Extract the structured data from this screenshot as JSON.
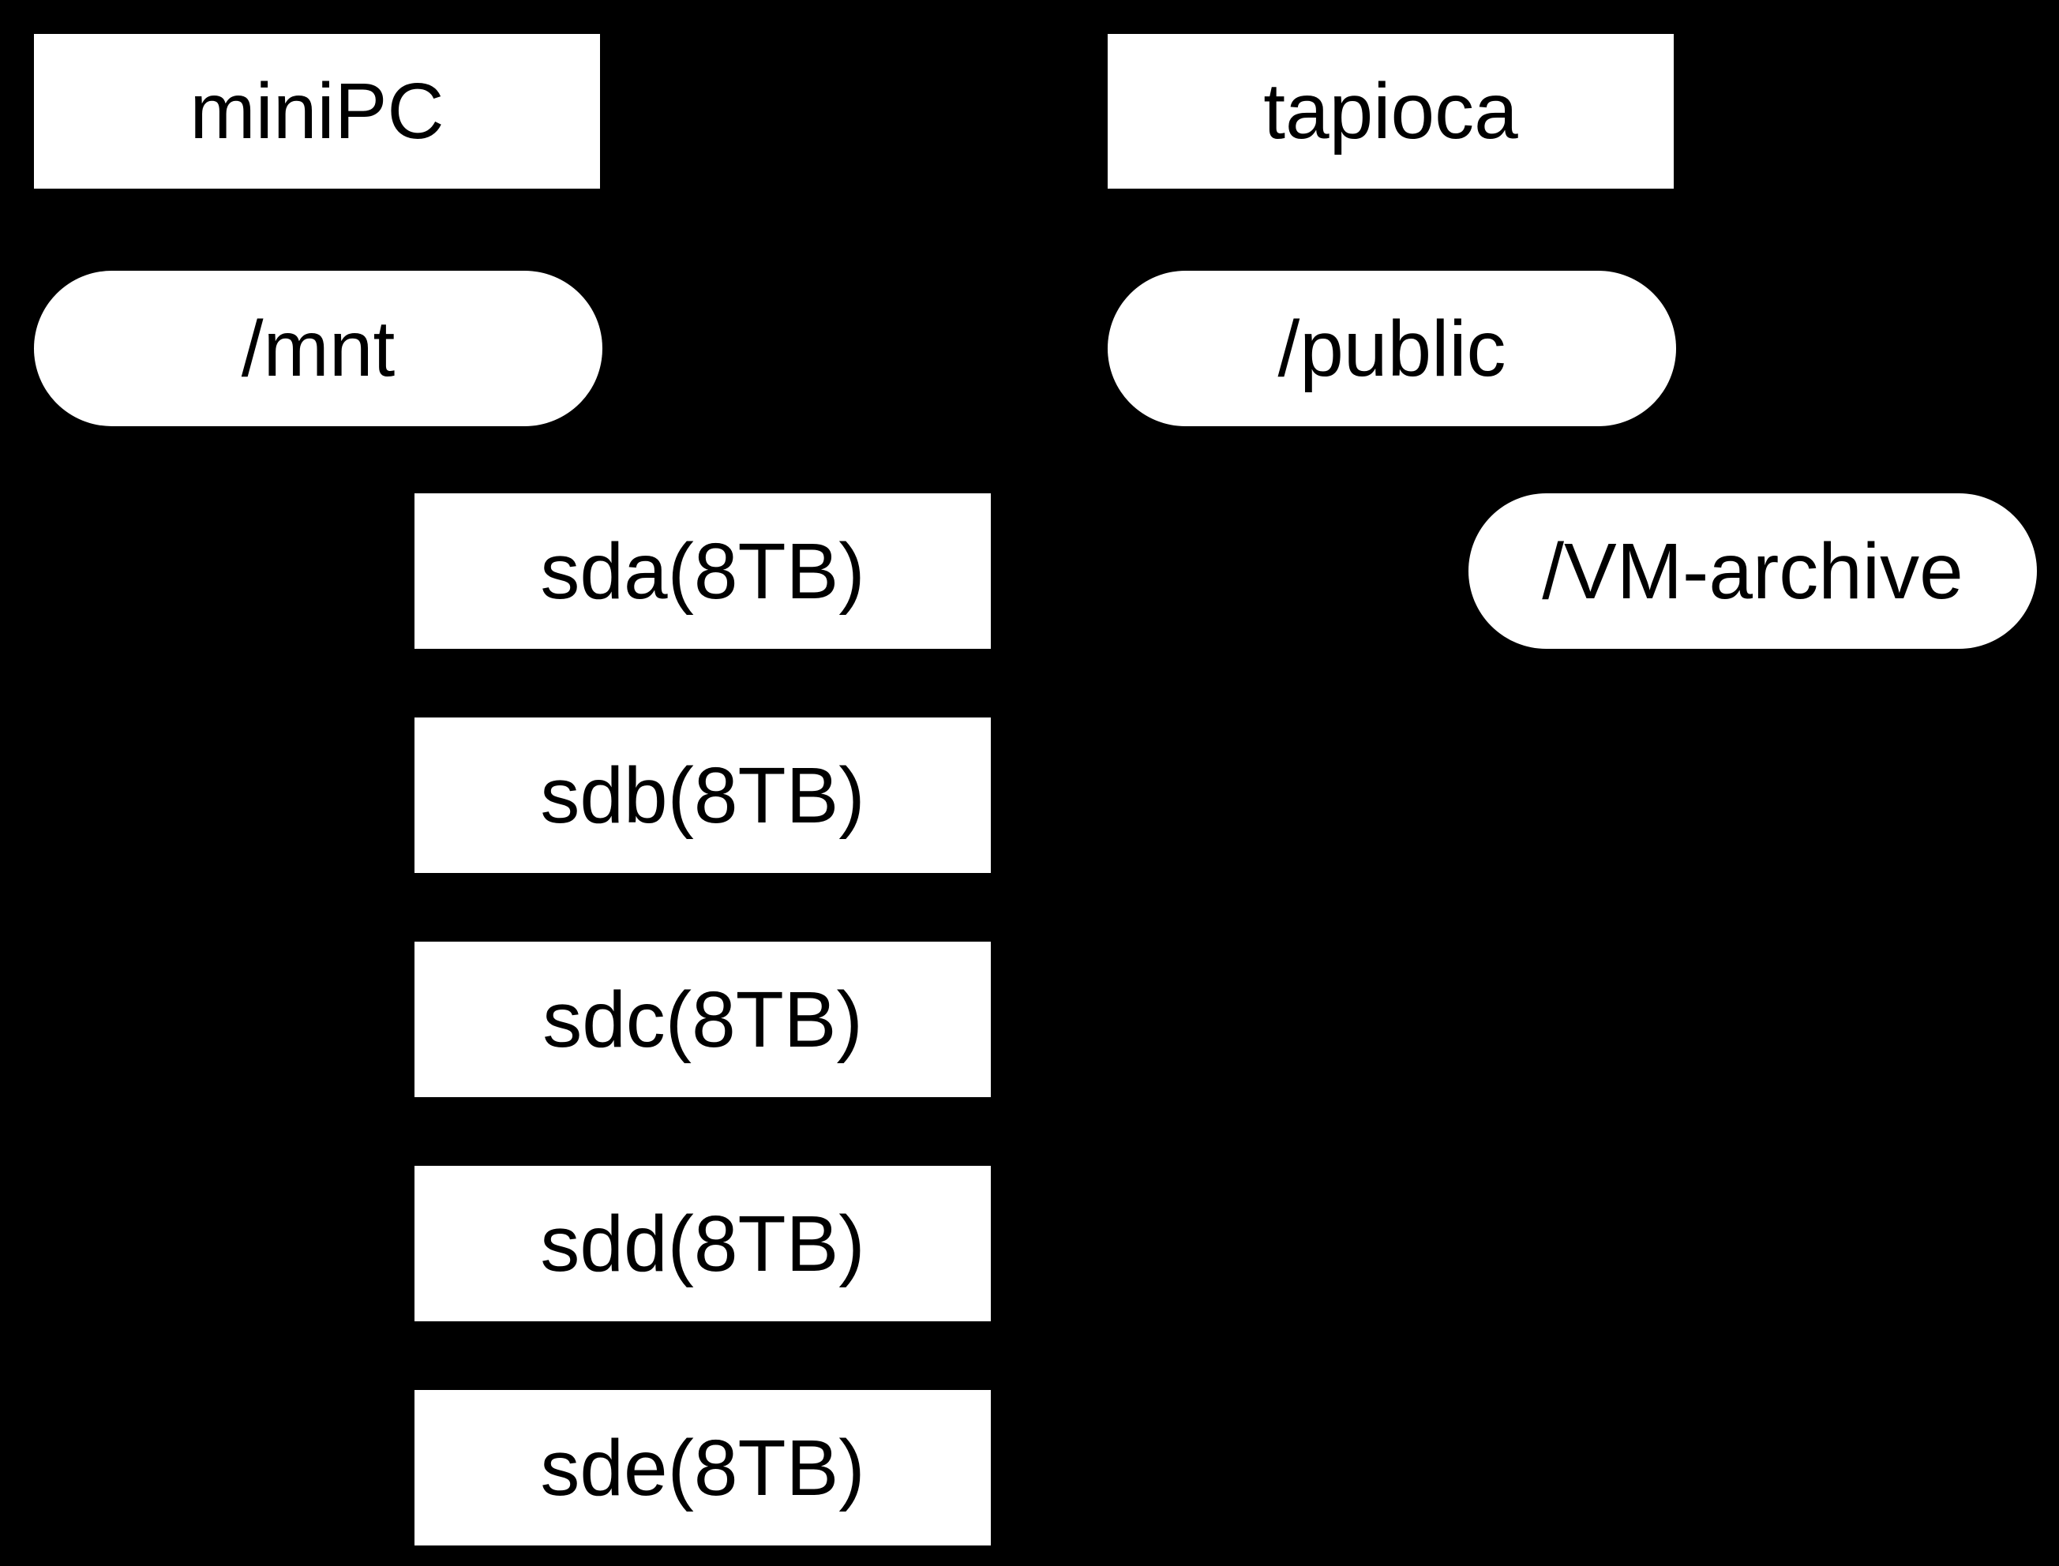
{
  "diagram": {
    "background_color": "#000000",
    "node_fill_color": "#ffffff",
    "node_text_color": "#000000",
    "columns": {
      "left": {
        "host": {
          "label": "miniPC",
          "shape": "rectangle"
        },
        "root": {
          "label": "/mnt",
          "shape": "stadium"
        },
        "disks": [
          {
            "label": "sda(8TB)",
            "shape": "rectangle"
          },
          {
            "label": "sdb(8TB)",
            "shape": "rectangle"
          },
          {
            "label": "sdc(8TB)",
            "shape": "rectangle"
          },
          {
            "label": "sdd(8TB)",
            "shape": "rectangle"
          },
          {
            "label": "sde(8TB)",
            "shape": "rectangle"
          }
        ]
      },
      "right": {
        "host": {
          "label": "tapioca",
          "shape": "rectangle"
        },
        "root": {
          "label": "/public",
          "shape": "stadium"
        },
        "folder": {
          "label": "/VM-archive",
          "shape": "stadium"
        }
      }
    }
  }
}
